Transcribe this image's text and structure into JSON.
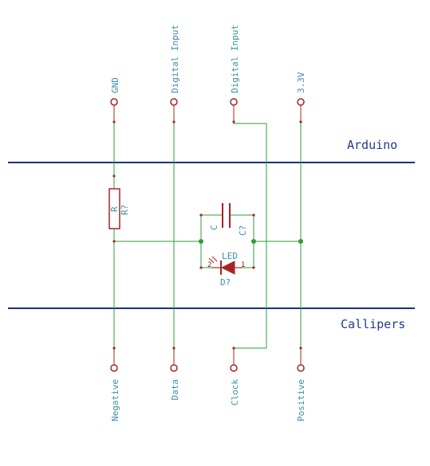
{
  "pins_top": [
    "GND",
    "Digital Input",
    "Digital Input",
    "3.3V"
  ],
  "pins_bottom": [
    "Negative",
    "Data",
    "Clock",
    "Positive"
  ],
  "bus_labels": {
    "top": "Arduino",
    "bottom": "Callipers"
  },
  "components": {
    "resistor": {
      "value": "R",
      "ref": "R?"
    },
    "capacitor": {
      "value": "C",
      "ref": "C?"
    },
    "led": {
      "value": "LED",
      "ref": "D?",
      "pin_left": "2",
      "pin_right": "1"
    }
  },
  "colors": {
    "wire": "#2e9e3a",
    "bus": "#1b2f86",
    "component": "#a82424",
    "label": "#3a8fa8"
  }
}
